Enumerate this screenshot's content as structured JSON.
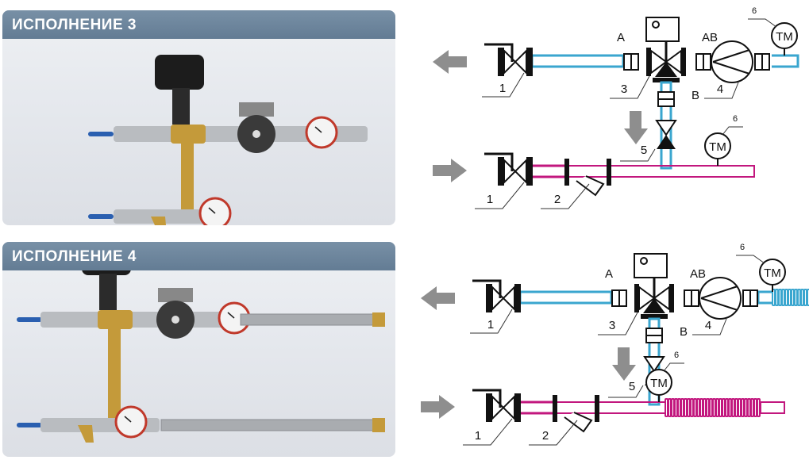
{
  "panels": [
    {
      "title": "ИСПОЛНЕНИЕ 3",
      "variant": "3"
    },
    {
      "title": "ИСПОЛНЕНИЕ 4",
      "variant": "4"
    }
  ],
  "schemes": [
    {
      "port_a": "A",
      "port_ab": "AB",
      "port_b": "B",
      "gauge": "TM",
      "callouts": {
        "valve_top": "1",
        "valve_bottom": "1",
        "strainer": "2",
        "mixing_valve": "3",
        "pump": "4",
        "check_valve": "5",
        "gauge_top": "6",
        "gauge_bottom": "6"
      }
    },
    {
      "port_a": "A",
      "port_ab": "AB",
      "port_b": "B",
      "gauge": "TM",
      "callouts": {
        "valve_top": "1",
        "valve_bottom": "1",
        "strainer": "2",
        "mixing_valve": "3",
        "pump": "4",
        "check_valve": "5",
        "gauge_top": "6",
        "gauge_bottom": "6"
      }
    }
  ],
  "colors": {
    "supply_pipe": "#3aa6cf",
    "return_pipe": "#c2177e",
    "header": "#6a8299",
    "arrow": "#8e8e8e"
  }
}
